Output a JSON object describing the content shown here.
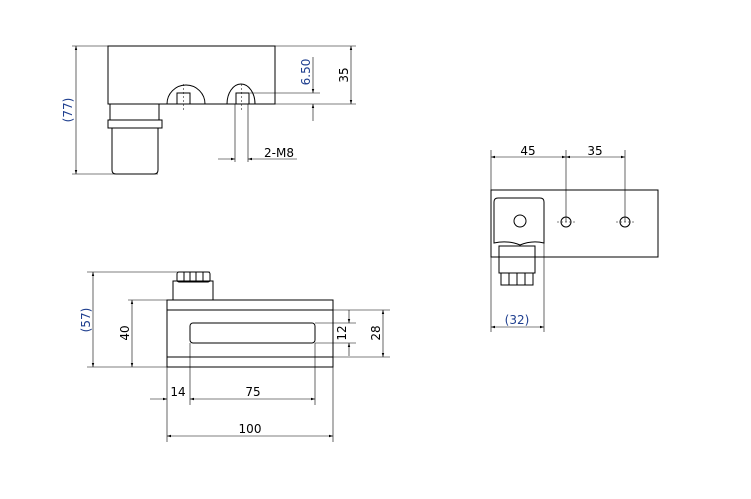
{
  "top_view": {
    "dim_overall_height": "(77)",
    "dim_body_height": "35",
    "dim_thread_depth": "6.50",
    "thread_callout": "2-M8"
  },
  "front_view": {
    "dim_total_height": "(57)",
    "dim_body_height": "40",
    "dim_slot_height": "12",
    "dim_groove_height": "28",
    "dim_slot_offset": "14",
    "dim_slot_length": "75",
    "dim_body_length": "100"
  },
  "side_view": {
    "dim_hole1": "45",
    "dim_hole_spacing": "35",
    "dim_connector_width": "(32)"
  },
  "colors": {
    "line": "#000000",
    "reference_dim": "#1f3f8f"
  }
}
